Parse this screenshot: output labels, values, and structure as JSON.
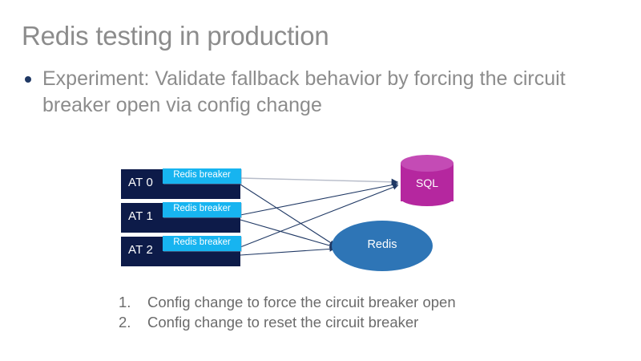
{
  "slide": {
    "title": "Redis testing in production",
    "bullets": [
      {
        "text": "Experiment: Validate fallback behavior by forcing the circuit breaker open via config change"
      }
    ],
    "numbered_steps": [
      {
        "marker": "1.",
        "text": "Config change to force the circuit breaker open"
      },
      {
        "marker": "2.",
        "text": "Config change to reset the circuit breaker"
      }
    ]
  },
  "diagram": {
    "at_nodes": [
      {
        "label": "AT 0",
        "breaker_label": "Redis breaker"
      },
      {
        "label": "AT 1",
        "breaker_label": "Redis breaker"
      },
      {
        "label": "AT 2",
        "breaker_label": "Redis breaker"
      }
    ],
    "datastores": [
      {
        "name": "SQL",
        "shape": "cylinder"
      },
      {
        "name": "Redis",
        "shape": "ellipse"
      }
    ]
  },
  "colors": {
    "title_gray": "#8c8c8c",
    "body_gray": "#8c8c8c",
    "list_gray": "#6b6b6b",
    "node_navy": "#0d1b49",
    "breaker_cyan": "#17b4f0",
    "sql_magenta": "#b5279f",
    "sql_magenta_top": "#c44bb5",
    "redis_blue": "#2e75b6",
    "connector_navy": "#1f3864",
    "bullet_navy": "#1f3864",
    "background": "#ffffff"
  }
}
